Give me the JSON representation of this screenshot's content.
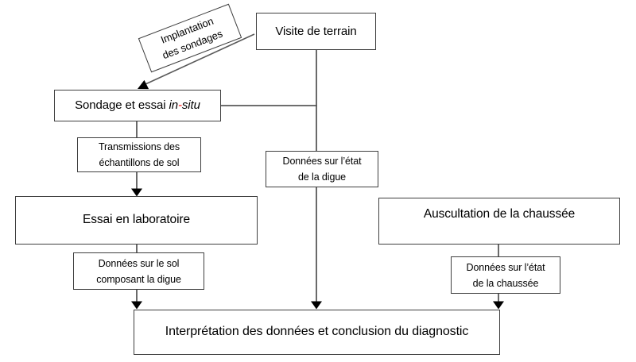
{
  "diagram": {
    "boxes": {
      "visite": {
        "label": "Visite de terrain"
      },
      "implantation": {
        "line1": "Implantation",
        "line2": "des sondages"
      },
      "sondage": {
        "prefix": "Sondage et essai ",
        "italic1": "in",
        "hyphen": "-",
        "italic2": "situ"
      },
      "transmissions": {
        "line1": "Transmissions des",
        "line2": "échantillons de sol"
      },
      "donnees_etat_digue": {
        "line1": "Données sur l’état",
        "line2": "de la digue"
      },
      "essai_laboratoire": {
        "label": "Essai en laboratoire"
      },
      "auscultation": {
        "label": "Auscultation de la chaussée"
      },
      "donnees_sol": {
        "line1": "Données sur le sol",
        "line2": "composant la digue"
      },
      "donnees_etat_chaussee": {
        "line1": "Données sur l’état",
        "line2": "de la chaussée"
      },
      "interpretation": {
        "label": "Interprétation des données et conclusion du diagnostic"
      }
    },
    "colors": {
      "background": "#ffffff",
      "box_border": "#3f3f3f",
      "connector_line": "#595959",
      "arrowhead": "#000000",
      "text": "#000000",
      "hyphen_red": "#ff0000"
    }
  }
}
